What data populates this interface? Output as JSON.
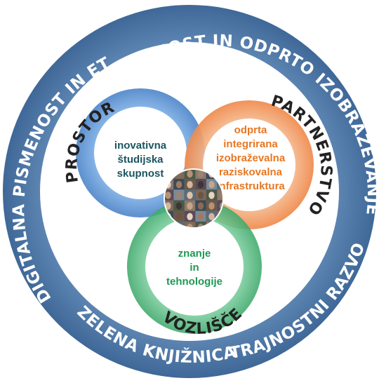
{
  "outer_ring": {
    "top": "ODPRTA ZNANOST IN ODPRTO IZOBRAŽEVANJE",
    "left": "DIGITALNA PISMENOST IN ETIKA",
    "bottom_left": "ZELENA KNJIŽNICA",
    "bottom_right": "TRAJNOSTNI RAZVOJ",
    "colors": {
      "outer": "#4a73a0",
      "inner": "#5f86b2",
      "text": "#ffffff"
    }
  },
  "rings": {
    "prostor": {
      "title": "PROSTOR",
      "lines": [
        "inovativna",
        "študijska",
        "skupnost"
      ],
      "color": "#5b8fd0",
      "text_color": "#1a5560"
    },
    "partnerstvo": {
      "title": "PARTNERSTVO",
      "lines": [
        "odprta",
        "integrirana",
        "izobraževalna",
        "raziskovalna",
        "infrastruktura"
      ],
      "color": "#f19a62",
      "text_color": "#e87722"
    },
    "vozlisce": {
      "title": "VOZLIŠČE",
      "lines": [
        "znanje",
        "in",
        "tehnologije"
      ],
      "color": "#4db37a",
      "text_color": "#1f9a55"
    }
  },
  "center_photo": {
    "icon": "faces-collage"
  }
}
